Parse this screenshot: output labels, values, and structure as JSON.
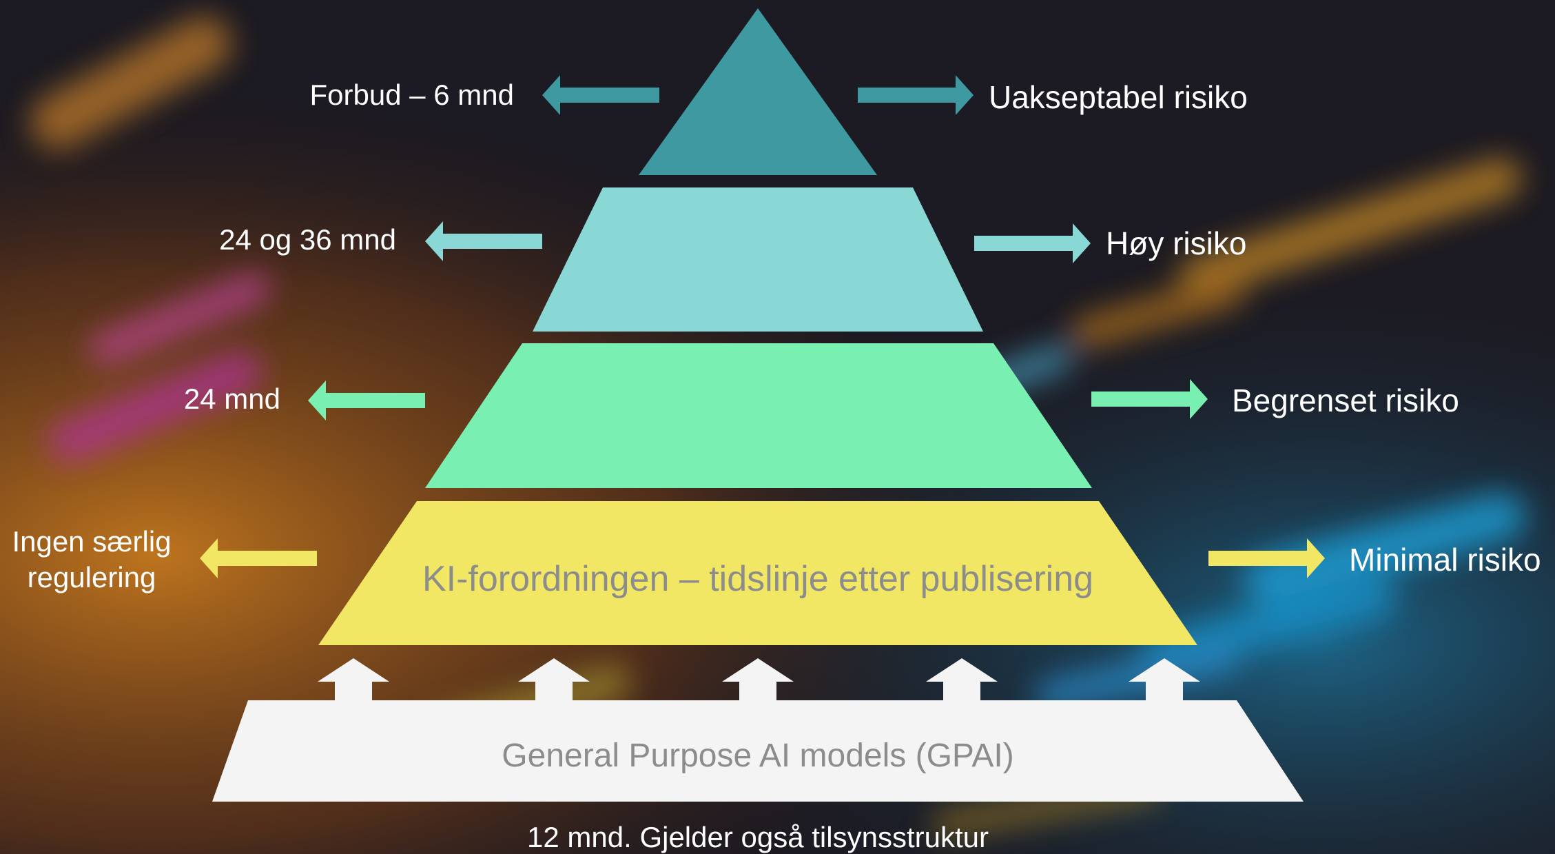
{
  "tiers": [
    {
      "level": "unacceptable",
      "risk_label": "Uakseptabel risiko",
      "timeline": "Forbud – 6 mnd",
      "color": "#3E9AA0"
    },
    {
      "level": "high",
      "risk_label": "Høy risiko",
      "timeline": "24 og 36 mnd",
      "color": "#8AD8D6"
    },
    {
      "level": "limited",
      "risk_label": "Begrenset risiko",
      "timeline": "24 mnd",
      "color": "#79F0B2"
    },
    {
      "level": "minimal",
      "risk_label": "Minimal risiko",
      "timeline_lines": [
        "Ingen særlig",
        "regulering"
      ],
      "band_text": "KI-forordningen – tidslinje etter publisering",
      "color": "#F1E764"
    }
  ],
  "gpai": {
    "label": "General Purpose AI models (GPAI)",
    "note": "12 mnd. Gjelder også tilsynsstruktur",
    "color": "#F4F4F4"
  },
  "text_colors": {
    "light": "#FFFFFF",
    "muted": "#8C8C8C"
  }
}
